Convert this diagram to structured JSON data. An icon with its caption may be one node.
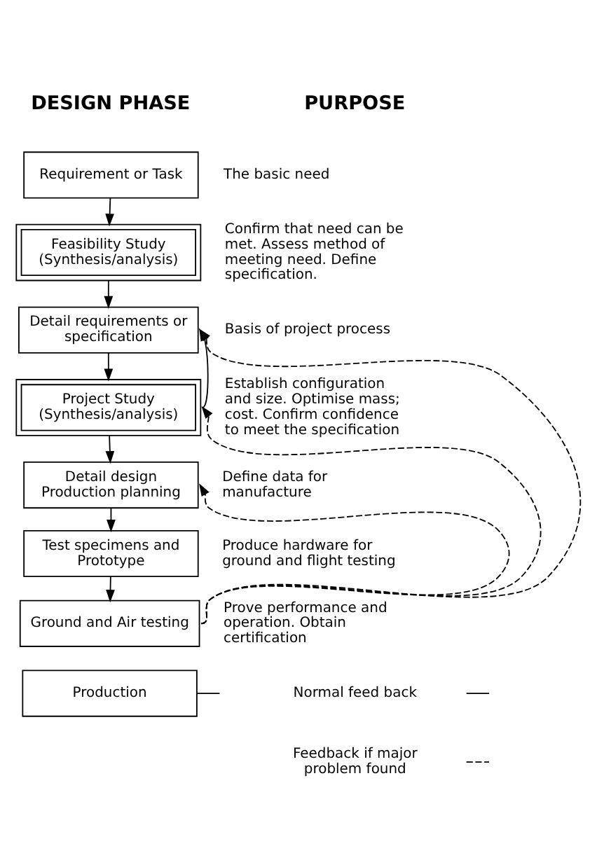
{
  "diagram": {
    "nodes": [
      {
        "text": [
          "Requirement or Task"
        ],
        "beside": [
          "The basic need"
        ]
      },
      {
        "text": [
          "Feasibility Study (Synthesis/analysis)"
        ],
        "beside": [
          "Confirm that need can be met. Assess method of meeting need. Define specification."
        ]
      },
      {
        "text": [
          "Detail requirements or specification"
        ],
        "beside": [
          "Basis of project process"
        ]
      },
      {
        "text": [
          "Project Study (Synthesis/analysis)"
        ],
        "beside": [
          "Establish configuration and size. Optimise mass; cost. Confirm confidence to meet the specification"
        ]
      },
      {
        "text": [
          "Detail design Production planning"
        ],
        "beside": [
          "Define data for manufacture"
        ]
      },
      {
        "text": [
          "Test specimens and Prototype"
        ],
        "beside": [
          "Produce hardware for ground and flight testing"
        ]
      },
      {
        "text": [
          "Ground and Air testing"
        ],
        "beside": [
          "Prove performance and operation. Obtain certification"
        ]
      },
      {
        "text": [
          "Production"
        ]
      }
    ],
    "edges": [
      {
        "from": 0,
        "to": 1,
        "arrow": "to"
      },
      {
        "from": 1,
        "to": 2,
        "arrow": "to"
      },
      {
        "from": 2,
        "to": 3,
        "arrow": "to"
      },
      {
        "from": 3,
        "to": 4,
        "arrow": "to"
      },
      {
        "from": 4,
        "to": 5,
        "arrow": "to"
      },
      {
        "from": 5,
        "to": 6,
        "arrow": "to"
      },
      {
        "from": 3,
        "to": 2,
        "arrow": "to"
      },
      {
        "from": 6,
        "to": 4,
        "arrow": "to",
        "style": "dashed"
      },
      {
        "from": 6,
        "to": 3,
        "arrow": "to",
        "style": "dashed"
      },
      {
        "from": 6,
        "to": 2,
        "arrow": "to",
        "style": "dashed"
      },
      {
        "from": 7,
        "to": null,
        "arrow": "none"
      }
    ],
    "labels": [
      "DESIGN PHASE",
      "PURPOSE"
    ],
    "legend": [
      {
        "text": "Normal feed back"
      },
      {
        "text": "Feedback if major problem found"
      }
    ]
  }
}
